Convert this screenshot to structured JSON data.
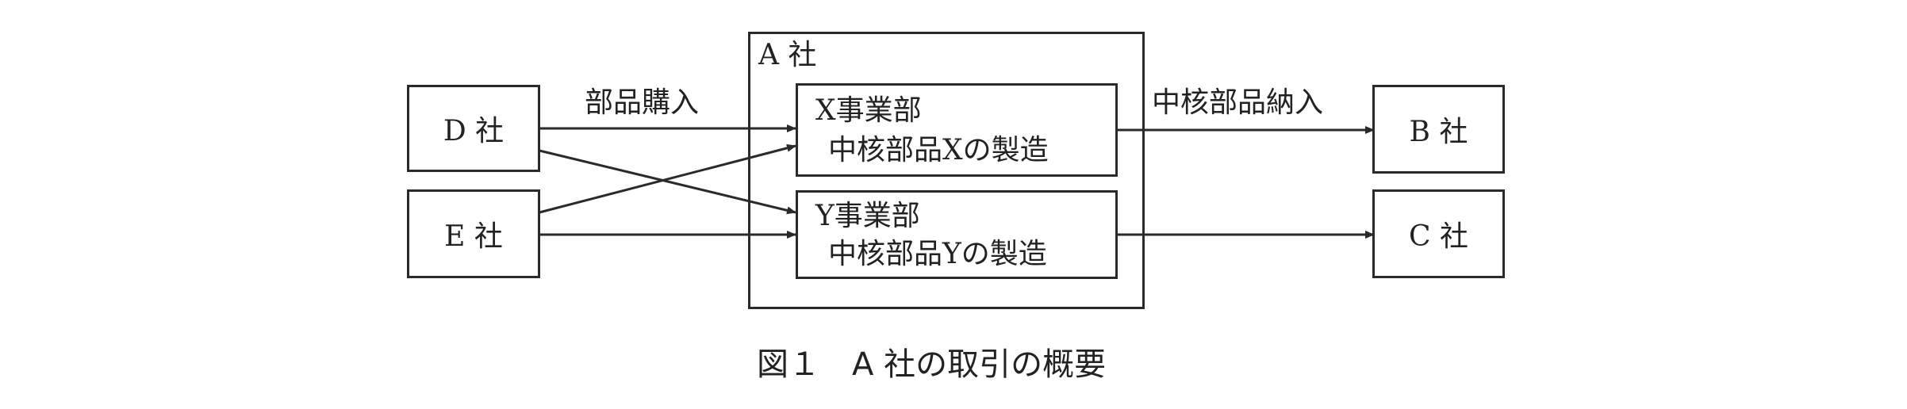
{
  "companies": {
    "d": "D 社",
    "e": "E 社",
    "b": "B 社",
    "c": "C 社"
  },
  "company_a": {
    "label": "A 社",
    "division_x": {
      "name": "X事業部",
      "role": "中核部品Xの製造"
    },
    "division_y": {
      "name": "Y事業部",
      "role": "中核部品Yの製造"
    }
  },
  "edge_labels": {
    "purchase": "部品購入",
    "delivery": "中核部品納入"
  },
  "caption": "図１　A 社の取引の概要"
}
